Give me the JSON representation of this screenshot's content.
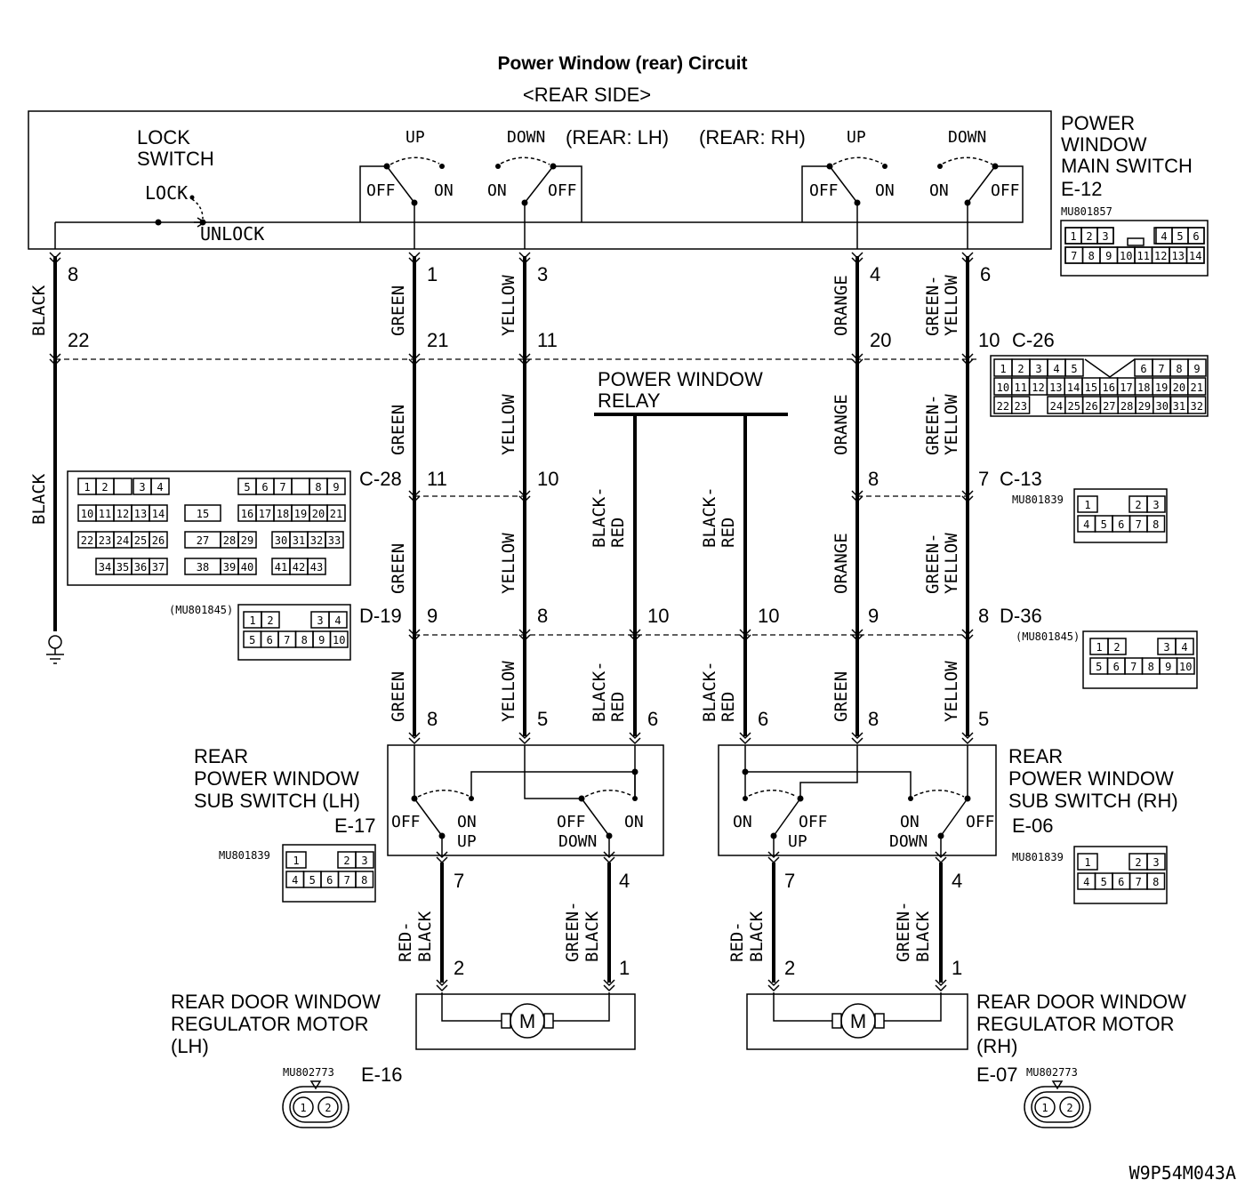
{
  "title": "Power Window (rear) Circuit",
  "subtitle": "<REAR SIDE>",
  "footer_code": "W9P54M043A",
  "main_switch": {
    "name_lines": [
      "POWER",
      "WINDOW",
      "MAIN SWITCH"
    ],
    "connector": "E-12",
    "part": "MU801857",
    "lock_switch_lines": [
      "LOCK",
      "SWITCH"
    ],
    "lock": "LOCK",
    "unlock": "UNLOCK",
    "rear_lh": "(REAR: LH)",
    "rear_rh": "(REAR: RH)",
    "up": "UP",
    "down": "DOWN",
    "off": "OFF",
    "on": "ON",
    "cells_top": [
      "1",
      "2",
      "3",
      "4",
      "5",
      "6"
    ],
    "cells_bottom": [
      "7",
      "8",
      "9",
      "10",
      "11",
      "12",
      "13",
      "14"
    ]
  },
  "wires": {
    "black": "BLACK",
    "green": "GREEN",
    "yellow": "YELLOW",
    "orange": "ORANGE",
    "green_yellow": [
      "GREEN-",
      "YELLOW"
    ],
    "black_red": [
      "BLACK-",
      "RED"
    ],
    "red_black": [
      "RED-",
      "BLACK"
    ],
    "green_black": [
      "GREEN-",
      "BLACK"
    ]
  },
  "pins": {
    "e12": [
      "8",
      "1",
      "3",
      "4",
      "6"
    ],
    "c26": [
      "22",
      "21",
      "11",
      "20",
      "10"
    ],
    "c28": [
      "11",
      "10"
    ],
    "c13": [
      "8",
      "7"
    ],
    "d19": [
      "9",
      "8"
    ],
    "relay": [
      "10",
      "10"
    ],
    "d36": [
      "9",
      "8"
    ],
    "sub_lh": [
      "8",
      "5",
      "6"
    ],
    "sub_rh": [
      "6",
      "8",
      "5"
    ],
    "sub_out": [
      "7",
      "4",
      "7",
      "4"
    ],
    "motor": [
      "2",
      "1",
      "2",
      "1"
    ]
  },
  "connectors": {
    "c26": "C-26",
    "c28": "C-28",
    "c13": "C-13",
    "d19": "D-19",
    "d36": "D-36",
    "e17": "E-17",
    "e06": "E-06",
    "e16": "E-16",
    "e07": "E-07",
    "mu801839": "MU801839",
    "mu801845": "(MU801845)",
    "mu802773": "MU802773"
  },
  "relay": {
    "lines": [
      "POWER WINDOW",
      "RELAY"
    ]
  },
  "sub_switch_lh": {
    "lines": [
      "REAR",
      "POWER WINDOW",
      "SUB SWITCH (LH)"
    ],
    "off": "OFF",
    "on": "ON",
    "up": "UP",
    "down": "DOWN"
  },
  "sub_switch_rh": {
    "lines": [
      "REAR",
      "POWER WINDOW",
      "SUB SWITCH (RH)"
    ]
  },
  "motor_lh": {
    "lines": [
      "REAR DOOR WINDOW",
      "REGULATOR MOTOR",
      "(LH)"
    ],
    "symbol": "M"
  },
  "motor_rh": {
    "lines": [
      "REAR DOOR WINDOW",
      "REGULATOR MOTOR",
      "(RH)"
    ],
    "symbol": "M"
  },
  "c26_cells": [
    [
      "1",
      "2",
      "3",
      "4",
      "5",
      "",
      "6",
      "7",
      "8",
      "9"
    ],
    [
      "10",
      "11",
      "12",
      "13",
      "14",
      "15",
      "16",
      "17",
      "18",
      "19",
      "20",
      "21"
    ],
    [
      "22",
      "23",
      "24",
      "25",
      "26",
      "27",
      "28",
      "29",
      "30",
      "31",
      "32"
    ]
  ],
  "c28_cells": {
    "r1a": [
      "1",
      "2",
      "3",
      "4"
    ],
    "r1b": [
      "5",
      "6",
      "7",
      "8",
      "9"
    ],
    "r2a": [
      "10",
      "11",
      "12",
      "13",
      "14"
    ],
    "r2m": [
      "15"
    ],
    "r2b": [
      "16",
      "17",
      "18",
      "19",
      "20",
      "21"
    ],
    "r3a": [
      "22",
      "23",
      "24",
      "25",
      "26"
    ],
    "r3m": [
      "27",
      "28",
      "29"
    ],
    "r3b": [
      "30",
      "31",
      "32",
      "33"
    ],
    "r4a": [
      "34",
      "35",
      "36",
      "37"
    ],
    "r4m": [
      "38",
      "39",
      "40"
    ],
    "r4b": [
      "41",
      "42",
      "43"
    ]
  },
  "c8_cells": {
    "top": [
      "1",
      "2",
      "3"
    ],
    "bottom": [
      "4",
      "5",
      "6",
      "7",
      "8"
    ]
  },
  "c10_cells": {
    "top": [
      "1",
      "2",
      "3",
      "4"
    ],
    "bottom": [
      "5",
      "6",
      "7",
      "8",
      "9",
      "10"
    ]
  },
  "c2_cells": [
    "1",
    "2"
  ]
}
